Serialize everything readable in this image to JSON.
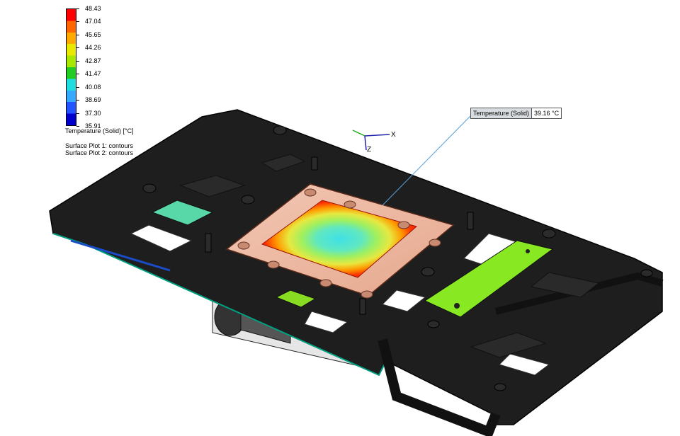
{
  "legend": {
    "values": [
      "48.43",
      "47.04",
      "45.65",
      "44.26",
      "42.87",
      "41.47",
      "40.08",
      "38.69",
      "37.30",
      "35.91"
    ],
    "colors": [
      "#ff0000",
      "#ff6600",
      "#ffaa00",
      "#e8e800",
      "#a8e800",
      "#22cc22",
      "#22dddd",
      "#33aaff",
      "#2255ff",
      "#0000cc"
    ],
    "title": "Temperature (Solid) [°C]",
    "plot1": "Surface Plot 1: contours",
    "plot2": "Surface Plot 2: contours"
  },
  "probe": {
    "label": "Temperature (Solid)",
    "value": "39.16 °C"
  },
  "triad": {
    "x_label": "X",
    "z_label": "Z"
  }
}
